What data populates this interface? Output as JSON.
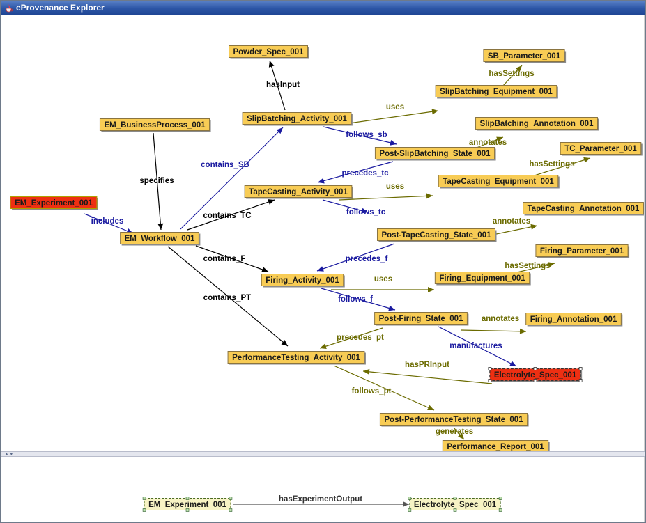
{
  "window": {
    "title": "eProvenance Explorer"
  },
  "graph": {
    "nodes": [
      {
        "id": "powder_spec",
        "label": "Powder_Spec_001",
        "style": "normal"
      },
      {
        "id": "sb_param",
        "label": "SB_Parameter_001",
        "style": "normal"
      },
      {
        "id": "sb_equip",
        "label": "SlipBatching_Equipment_001",
        "style": "normal"
      },
      {
        "id": "sb_activity",
        "label": "SlipBatching_Activity_001",
        "style": "normal"
      },
      {
        "id": "bp",
        "label": "EM_BusinessProcess_001",
        "style": "normal"
      },
      {
        "id": "sb_annot",
        "label": "SlipBatching_Annotation_001",
        "style": "normal"
      },
      {
        "id": "tc_param",
        "label": "TC_Parameter_001",
        "style": "normal"
      },
      {
        "id": "post_sb",
        "label": "Post-SlipBatching_State_001",
        "style": "normal"
      },
      {
        "id": "tc_activity",
        "label": "TapeCasting_Activity_001",
        "style": "normal"
      },
      {
        "id": "tc_equip",
        "label": "TapeCasting_Equipment_001",
        "style": "normal"
      },
      {
        "id": "experiment",
        "label": "EM_Experiment_001",
        "style": "highlight"
      },
      {
        "id": "tc_annot",
        "label": "TapeCasting_Annotation_001",
        "style": "normal"
      },
      {
        "id": "post_tc",
        "label": "Post-TapeCasting_State_001",
        "style": "normal"
      },
      {
        "id": "workflow",
        "label": "EM_Workflow_001",
        "style": "normal"
      },
      {
        "id": "f_param",
        "label": "Firing_Parameter_001",
        "style": "normal"
      },
      {
        "id": "f_activity",
        "label": "Firing_Activity_001",
        "style": "normal"
      },
      {
        "id": "f_equip",
        "label": "Firing_Equipment_001",
        "style": "normal"
      },
      {
        "id": "post_f",
        "label": "Post-Firing_State_001",
        "style": "normal"
      },
      {
        "id": "f_annot",
        "label": "Firing_Annotation_001",
        "style": "normal"
      },
      {
        "id": "pt_activity",
        "label": "PerformanceTesting_Activity_001",
        "style": "normal"
      },
      {
        "id": "electrolyte",
        "label": "Electrolyte_Spec_001",
        "style": "highlight-selected"
      },
      {
        "id": "post_pt",
        "label": "Post-PerformanceTesting_State_001",
        "style": "normal"
      },
      {
        "id": "report",
        "label": "Performance_Report_001",
        "style": "normal"
      }
    ],
    "edges": [
      {
        "from": "sb_activity",
        "to": "powder_spec",
        "label": "hasInput",
        "color": "#000000"
      },
      {
        "from": "sb_equip",
        "to": "sb_param",
        "label": "hasSettings",
        "color": "#6b6b00"
      },
      {
        "from": "sb_activity",
        "to": "sb_equip",
        "label": "uses",
        "color": "#6b6b00"
      },
      {
        "from": "sb_activity",
        "to": "post_sb",
        "label": "follows_sb",
        "color": "#1a1aa0"
      },
      {
        "from": "post_sb",
        "to": "sb_annot",
        "label": "annotates",
        "color": "#6b6b00"
      },
      {
        "from": "bp",
        "to": "workflow",
        "label": "specifies",
        "color": "#000000"
      },
      {
        "from": "workflow",
        "to": "sb_activity",
        "label": "contains_SB",
        "color": "#1a1aa0"
      },
      {
        "from": "post_sb",
        "to": "tc_activity",
        "label": "precedes_tc",
        "color": "#1a1aa0"
      },
      {
        "from": "tc_equip",
        "to": "tc_param",
        "label": "hasSettings",
        "color": "#6b6b00"
      },
      {
        "from": "tc_activity",
        "to": "tc_equip",
        "label": "uses",
        "color": "#6b6b00"
      },
      {
        "from": "workflow",
        "to": "tc_activity",
        "label": "contains_TC",
        "color": "#000000"
      },
      {
        "from": "experiment",
        "to": "workflow",
        "label": "includes",
        "color": "#1a1aa0"
      },
      {
        "from": "tc_activity",
        "to": "post_tc",
        "label": "follows_tc",
        "color": "#1a1aa0"
      },
      {
        "from": "post_tc",
        "to": "tc_annot",
        "label": "annotates",
        "color": "#6b6b00"
      },
      {
        "from": "post_tc",
        "to": "f_activity",
        "label": "precedes_f",
        "color": "#1a1aa0"
      },
      {
        "from": "workflow",
        "to": "f_activity",
        "label": "contains_F",
        "color": "#000000"
      },
      {
        "from": "f_equip",
        "to": "f_param",
        "label": "hasSettings",
        "color": "#6b6b00"
      },
      {
        "from": "f_activity",
        "to": "f_equip",
        "label": "uses",
        "color": "#6b6b00"
      },
      {
        "from": "f_activity",
        "to": "post_f",
        "label": "follows_f",
        "color": "#1a1aa0"
      },
      {
        "from": "post_f",
        "to": "f_annot",
        "label": "annotates",
        "color": "#6b6b00"
      },
      {
        "from": "workflow",
        "to": "pt_activity",
        "label": "contains_PT",
        "color": "#000000"
      },
      {
        "from": "post_f",
        "to": "pt_activity",
        "label": "precedes_pt",
        "color": "#6b6b00"
      },
      {
        "from": "post_f",
        "to": "electrolyte",
        "label": "manufactures",
        "color": "#1a1aa0"
      },
      {
        "from": "electrolyte",
        "to": "pt_activity",
        "label": "hasPRInput",
        "color": "#6b6b00"
      },
      {
        "from": "pt_activity",
        "to": "post_pt",
        "label": "follows_pt",
        "color": "#6b6b00"
      },
      {
        "from": "post_pt",
        "to": "report",
        "label": "generates",
        "color": "#6b6b00"
      }
    ]
  },
  "lower_panel": {
    "source": "EM_Experiment_001",
    "edge_label": "hasExperimentOutput",
    "target": "Electrolyte_Spec_001"
  },
  "colors": {
    "node_fill": "#f8cc55",
    "node_highlight": "#ee2f12",
    "edge_olive": "#6b6b00",
    "edge_blue": "#1a1aa0",
    "titlebar": "#2d56a6"
  }
}
